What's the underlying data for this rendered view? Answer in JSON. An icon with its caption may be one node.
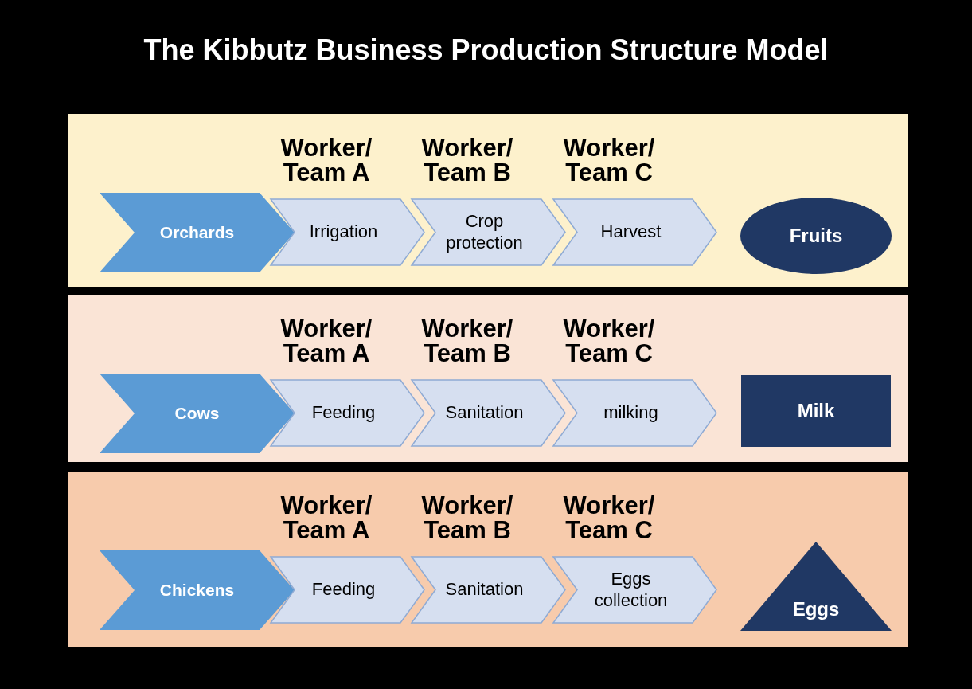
{
  "diagram": {
    "title": "The Kibbutz Business Production Structure Model",
    "nodes": [
      {
        "text": [],
        "shape": "box"
      },
      {
        "text": [
          "Orchards"
        ],
        "in": 0
      },
      {
        "text": [
          "Irrigation"
        ],
        "in": 0,
        "beside": [
          "Worker/ Team A"
        ]
      },
      {
        "text": [
          "Crop protection"
        ],
        "in": 0,
        "beside": [
          "Worker/ Team B"
        ]
      },
      {
        "text": [
          "Harvest"
        ],
        "in": 0,
        "beside": [
          "Worker/ Team C"
        ]
      },
      {
        "text": [
          "Fruits"
        ],
        "in": 0
      },
      {
        "text": [],
        "shape": "box"
      },
      {
        "text": [
          "Cows"
        ],
        "in": 6
      },
      {
        "text": [
          "Feeding"
        ],
        "in": 6,
        "beside": [
          "Worker/ Team A"
        ]
      },
      {
        "text": [
          "Sanitation"
        ],
        "in": 6,
        "beside": [
          "Worker/ Team B"
        ]
      },
      {
        "text": [
          "milking"
        ],
        "in": 6,
        "beside": [
          "Worker/ Team C"
        ]
      },
      {
        "text": [
          "Milk"
        ],
        "in": 6
      },
      {
        "text": [],
        "shape": "box"
      },
      {
        "text": [
          "Chickens"
        ],
        "in": 12
      },
      {
        "text": [
          "Feeding"
        ],
        "in": 12,
        "beside": [
          "Worker/ Team A"
        ]
      },
      {
        "text": [
          "Sanitation"
        ],
        "in": 12,
        "beside": [
          "Worker/ Team B"
        ]
      },
      {
        "text": [
          "Eggs collection"
        ],
        "in": 12,
        "beside": [
          "Worker/ Team C"
        ]
      },
      {
        "text": [
          "Eggs"
        ],
        "in": 12
      }
    ]
  }
}
